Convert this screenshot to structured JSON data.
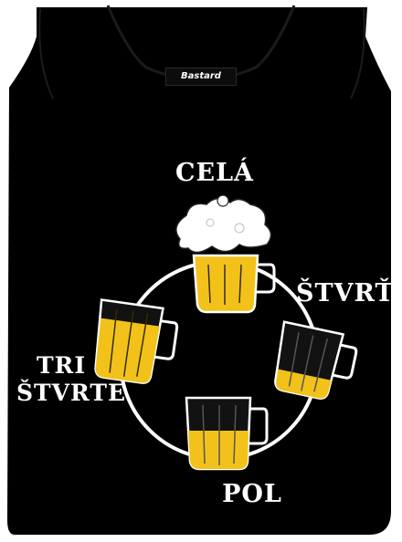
{
  "product": {
    "brand_label": "Bastard",
    "shirt_color": "#000000"
  },
  "design": {
    "labels": {
      "full": "CELÁ",
      "quarter": "ŠTVRŤ",
      "half": "POL",
      "three_quarters_line1": "TRI",
      "three_quarters_line2": "ŠTVRTE"
    },
    "mugs": [
      {
        "name": "full-mug",
        "fill_level": 1.0
      },
      {
        "name": "quarter-mug",
        "fill_level": 0.25
      },
      {
        "name": "half-mug",
        "fill_level": 0.5
      },
      {
        "name": "three-quarters-mug",
        "fill_level": 0.75
      }
    ],
    "colors": {
      "beer": "#f2c21b",
      "foam": "#ffffff",
      "outline": "#ffffff"
    }
  }
}
